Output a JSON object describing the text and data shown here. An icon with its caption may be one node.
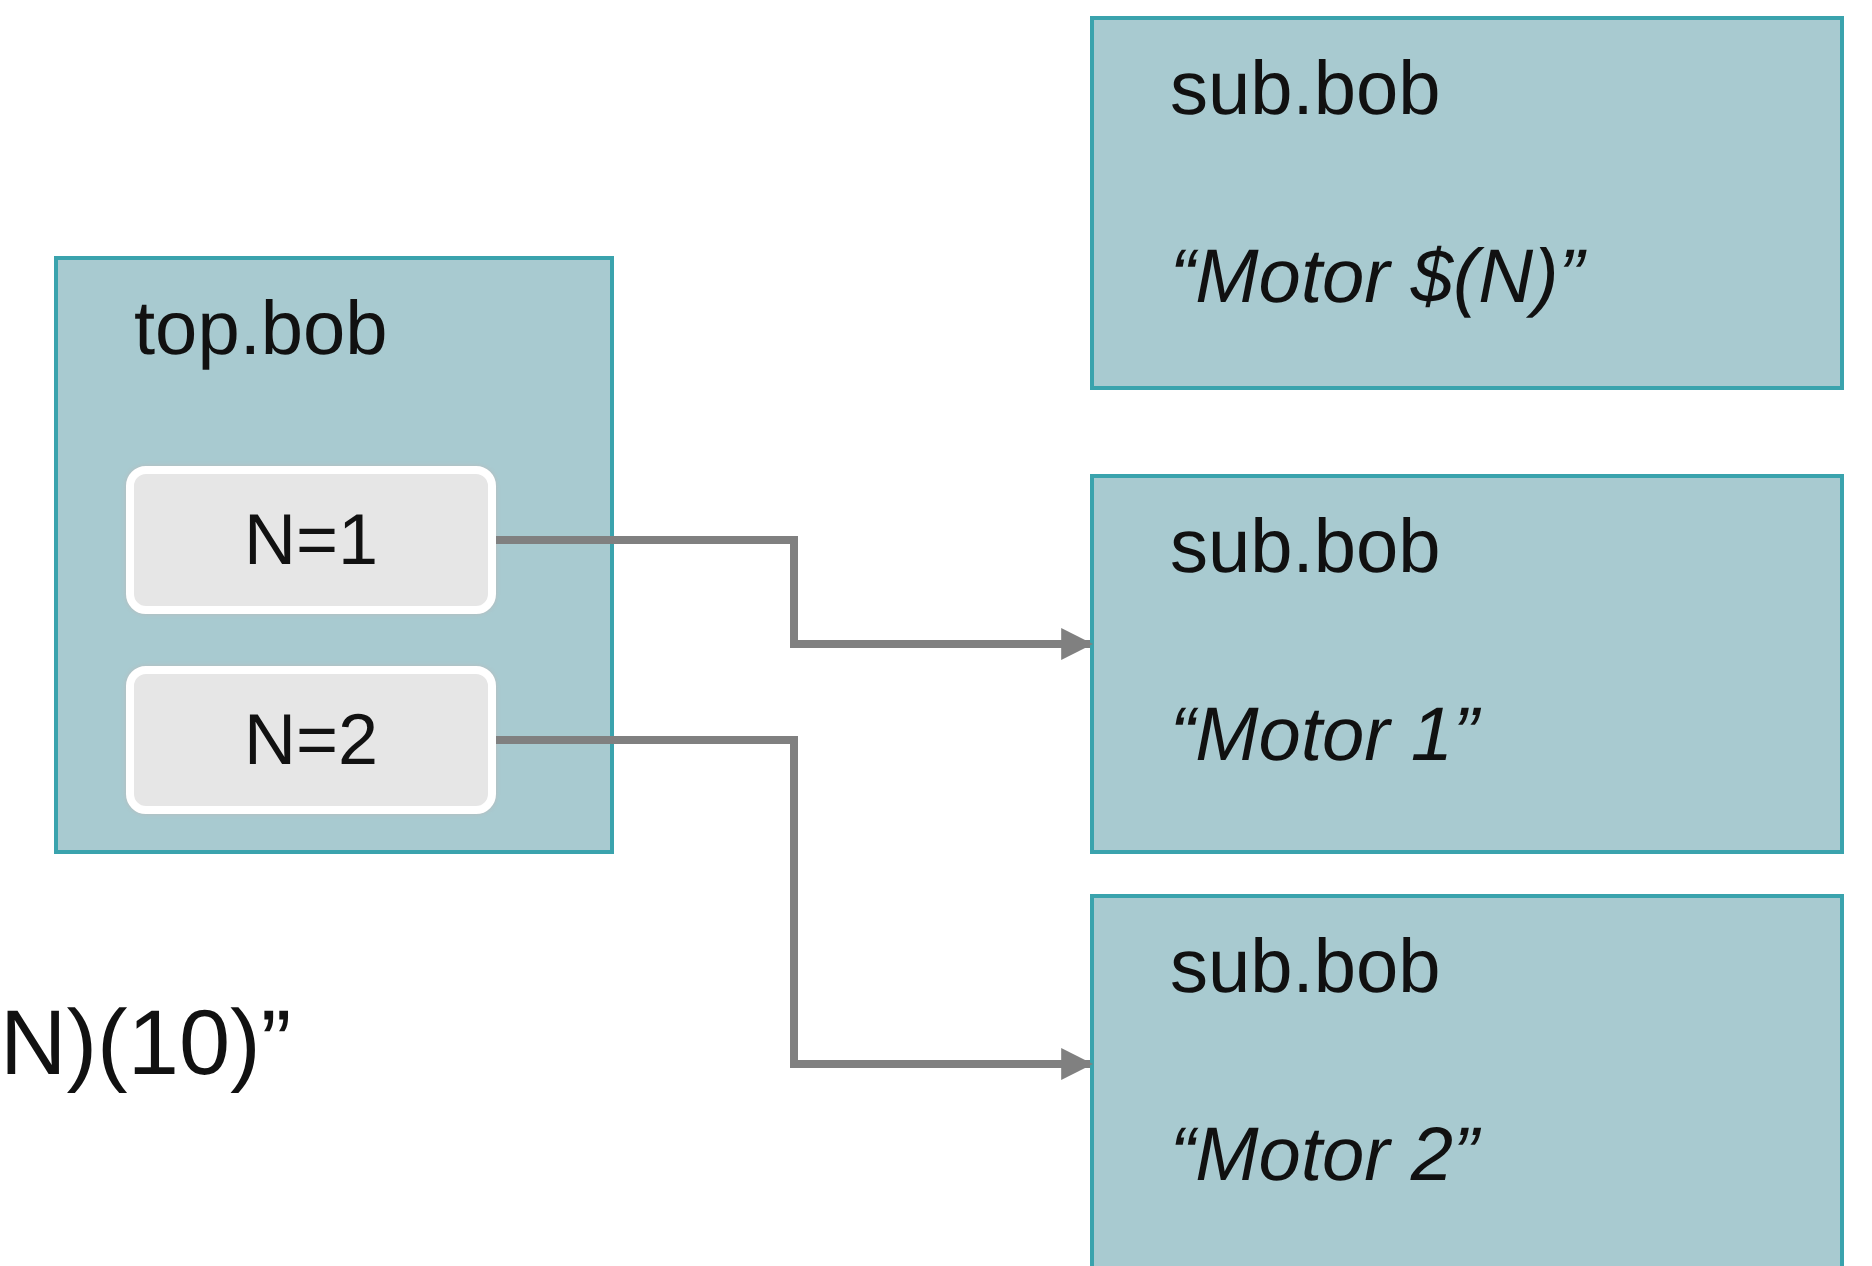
{
  "diagram": {
    "nodes": [
      {
        "text": [
          "top.bob"
        ]
      },
      {
        "text": [
          "N=1"
        ],
        "in": 0
      },
      {
        "text": [
          "N=2"
        ],
        "in": 0
      },
      {
        "text": [
          "sub.bob",
          "“Motor $(N)”"
        ]
      },
      {
        "text": [
          "sub.bob",
          "“Motor 1”"
        ]
      },
      {
        "text": [
          "sub.bob",
          "“Motor 2”"
        ]
      }
    ],
    "edges": [
      {
        "from": 1,
        "to": 4,
        "arrow": "to"
      },
      {
        "from": 2,
        "to": 5,
        "arrow": "to"
      }
    ],
    "labels": [
      "N)(10)”"
    ]
  }
}
